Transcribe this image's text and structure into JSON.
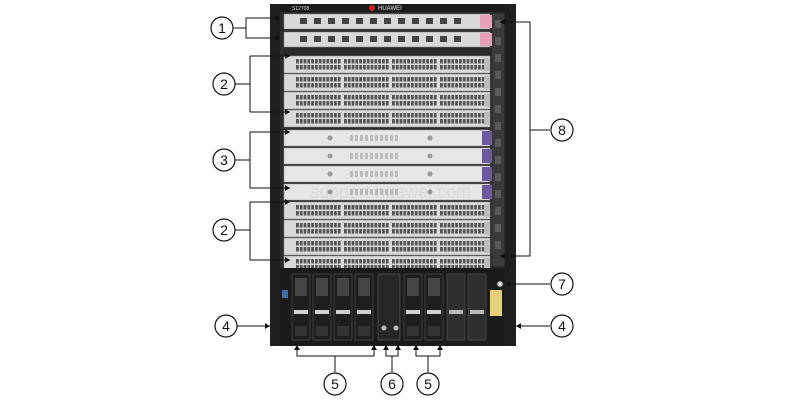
{
  "device": {
    "model_label": "S12708",
    "brand_label": "HUAWEI",
    "watermark": "support.huawei.com"
  },
  "callouts": [
    {
      "id": "1",
      "label": "1"
    },
    {
      "id": "2",
      "label": "2"
    },
    {
      "id": "3",
      "label": "3"
    },
    {
      "id": "2b",
      "label": "2"
    },
    {
      "id": "4",
      "label": "4"
    },
    {
      "id": "4b",
      "label": "4"
    },
    {
      "id": "5",
      "label": "5"
    },
    {
      "id": "6",
      "label": "6"
    },
    {
      "id": "5b",
      "label": "5"
    },
    {
      "id": "7",
      "label": "7"
    },
    {
      "id": "8",
      "label": "8"
    }
  ],
  "colors": {
    "chassis": "#2a2a2a",
    "card_face": "#d9d9d9",
    "card_dark": "#3a3a3a",
    "accent_pink": "#e8a0b8",
    "accent_purple": "#6c5a9e",
    "psu_face": "#1e1e1e",
    "psu_handle": "#d0d0d0",
    "line": "#111111"
  }
}
